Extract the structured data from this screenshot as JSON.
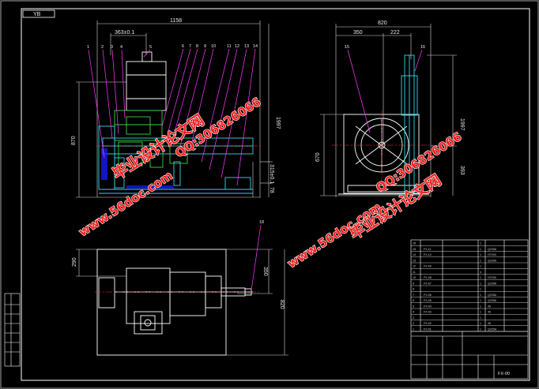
{
  "frame": {
    "tag": "YB"
  },
  "front_view": {
    "dims": {
      "overall_width": "1158",
      "top_width": "363±0.1",
      "height_left": "870",
      "height_right": "1997",
      "lower_right": "315±0.1",
      "bottom": "78"
    },
    "part_labels": [
      "1",
      "2",
      "3",
      "4",
      "5",
      "6",
      "7",
      "8",
      "9",
      "10",
      "11",
      "12",
      "13",
      "14"
    ]
  },
  "side_view": {
    "dims": {
      "overall_width": "820",
      "left": "350",
      "right": "222",
      "height_right": "1997",
      "height_left": "670",
      "lower_right": "393"
    },
    "part_labels": [
      "15",
      "16"
    ]
  },
  "plan_view": {
    "dims": {
      "left": "290",
      "right_upper": "350",
      "right_total": "820"
    },
    "part_labels": [
      "18"
    ]
  },
  "watermark": {
    "brand": "毕业设计论文网",
    "site": "www.56doc.com",
    "qq": "QQ:306826066"
  },
  "title_block": {
    "parts_rows": [
      {
        "no": "16",
        "code": "",
        "name": "",
        "qty": "1",
        "mat": ""
      },
      {
        "no": "15",
        "code": "FX-11",
        "name": "",
        "qty": "1",
        "mat": "Q235A"
      },
      {
        "no": "14",
        "code": "FX-10",
        "name": "",
        "qty": "1",
        "mat": "HT200"
      },
      {
        "no": "13",
        "code": "",
        "name": "",
        "qty": "1",
        "mat": "Q235A"
      },
      {
        "no": "12",
        "code": "FX-09",
        "name": "",
        "qty": "1",
        "mat": ""
      },
      {
        "no": "11",
        "code": "",
        "name": "",
        "qty": "4",
        "mat": ""
      },
      {
        "no": "10",
        "code": "FX-08",
        "name": "",
        "qty": "1",
        "mat": "HT200"
      },
      {
        "no": "9",
        "code": "FX-07",
        "name": "",
        "qty": "1",
        "mat": "Q235A"
      },
      {
        "no": "8",
        "code": "",
        "name": "",
        "qty": "1",
        "mat": ""
      },
      {
        "no": "7",
        "code": "FX-06",
        "name": "",
        "qty": "1",
        "mat": "Q235A"
      },
      {
        "no": "6",
        "code": "FX-05",
        "name": "",
        "qty": "1",
        "mat": "Q235A"
      },
      {
        "no": "5",
        "code": "FX-04",
        "name": "",
        "qty": "1",
        "mat": "45"
      },
      {
        "no": "4",
        "code": "FX-03",
        "name": "",
        "qty": "1",
        "mat": "45"
      },
      {
        "no": "3",
        "code": "",
        "name": "",
        "qty": "1",
        "mat": ""
      },
      {
        "no": "2",
        "code": "FX-02",
        "name": "",
        "qty": "1",
        "mat": "45"
      },
      {
        "no": "1",
        "code": "FX-01",
        "name": "",
        "qty": "1",
        "mat": "Q235A"
      }
    ],
    "drawing_no": "FX-00"
  }
}
